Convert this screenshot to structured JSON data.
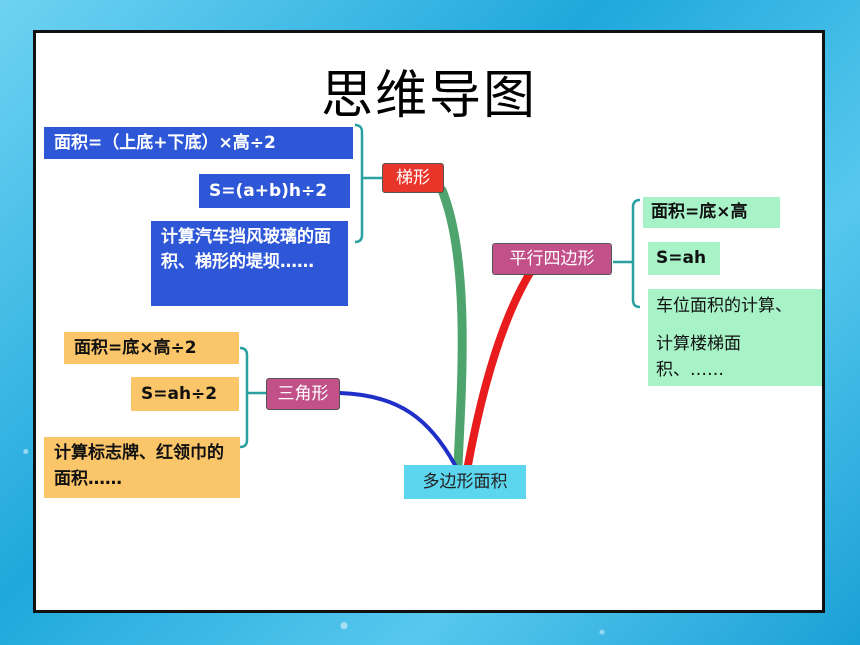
{
  "title": "思维导图",
  "center": "多边形面积",
  "trapezoid": {
    "label": "梯形",
    "formula_words": "面积=（上底+下底）×高÷2",
    "formula_symbols": "S=(a+b)h÷2",
    "uses": "计算汽车挡风玻璃的面积、梯形的堤坝……"
  },
  "parallelogram": {
    "label": "平行四边形",
    "formula_words": "面积=底×高",
    "formula_symbols": "S=ah",
    "uses_line1": "车位面积的计算、",
    "uses_line2": "计算楼梯面积、……"
  },
  "triangle": {
    "label": "三角形",
    "formula_words": "面积=底×高÷2",
    "formula_symbols": "S=ah÷2",
    "uses": "计算标志牌、红领巾的面积……"
  },
  "colors": {
    "blue_box": "#2e57d8",
    "green_box": "#a8f2c8",
    "orange_box": "#fbc66a",
    "trapezoid_node": "#e8362a",
    "shape_node": "#c2518a",
    "center_node": "#5cd6ee"
  }
}
